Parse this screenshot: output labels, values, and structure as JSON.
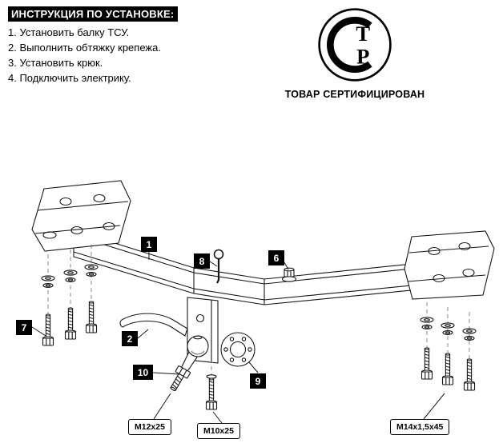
{
  "instructions": {
    "title": "ИНСТРУКЦИЯ ПО УСТАНОВКЕ:",
    "items": [
      "1. Установить балку ТСУ.",
      "2. Выполнить обтяжку крепежа.",
      "3. Установить крюк.",
      "4. Подключить электрику."
    ]
  },
  "certification": {
    "label": "ТОВАР СЕРТИФИЦИРОВАН",
    "logo": {
      "letter_t": "Т",
      "letter_r": "Р"
    }
  },
  "diagram": {
    "callouts": {
      "c1": "1",
      "c2": "2",
      "c6": "6",
      "c7": "7",
      "c8": "8",
      "c9": "9",
      "c10": "10"
    },
    "bolt_labels": [
      "М12х25",
      "М10х25",
      "М14х1,5х45"
    ]
  }
}
